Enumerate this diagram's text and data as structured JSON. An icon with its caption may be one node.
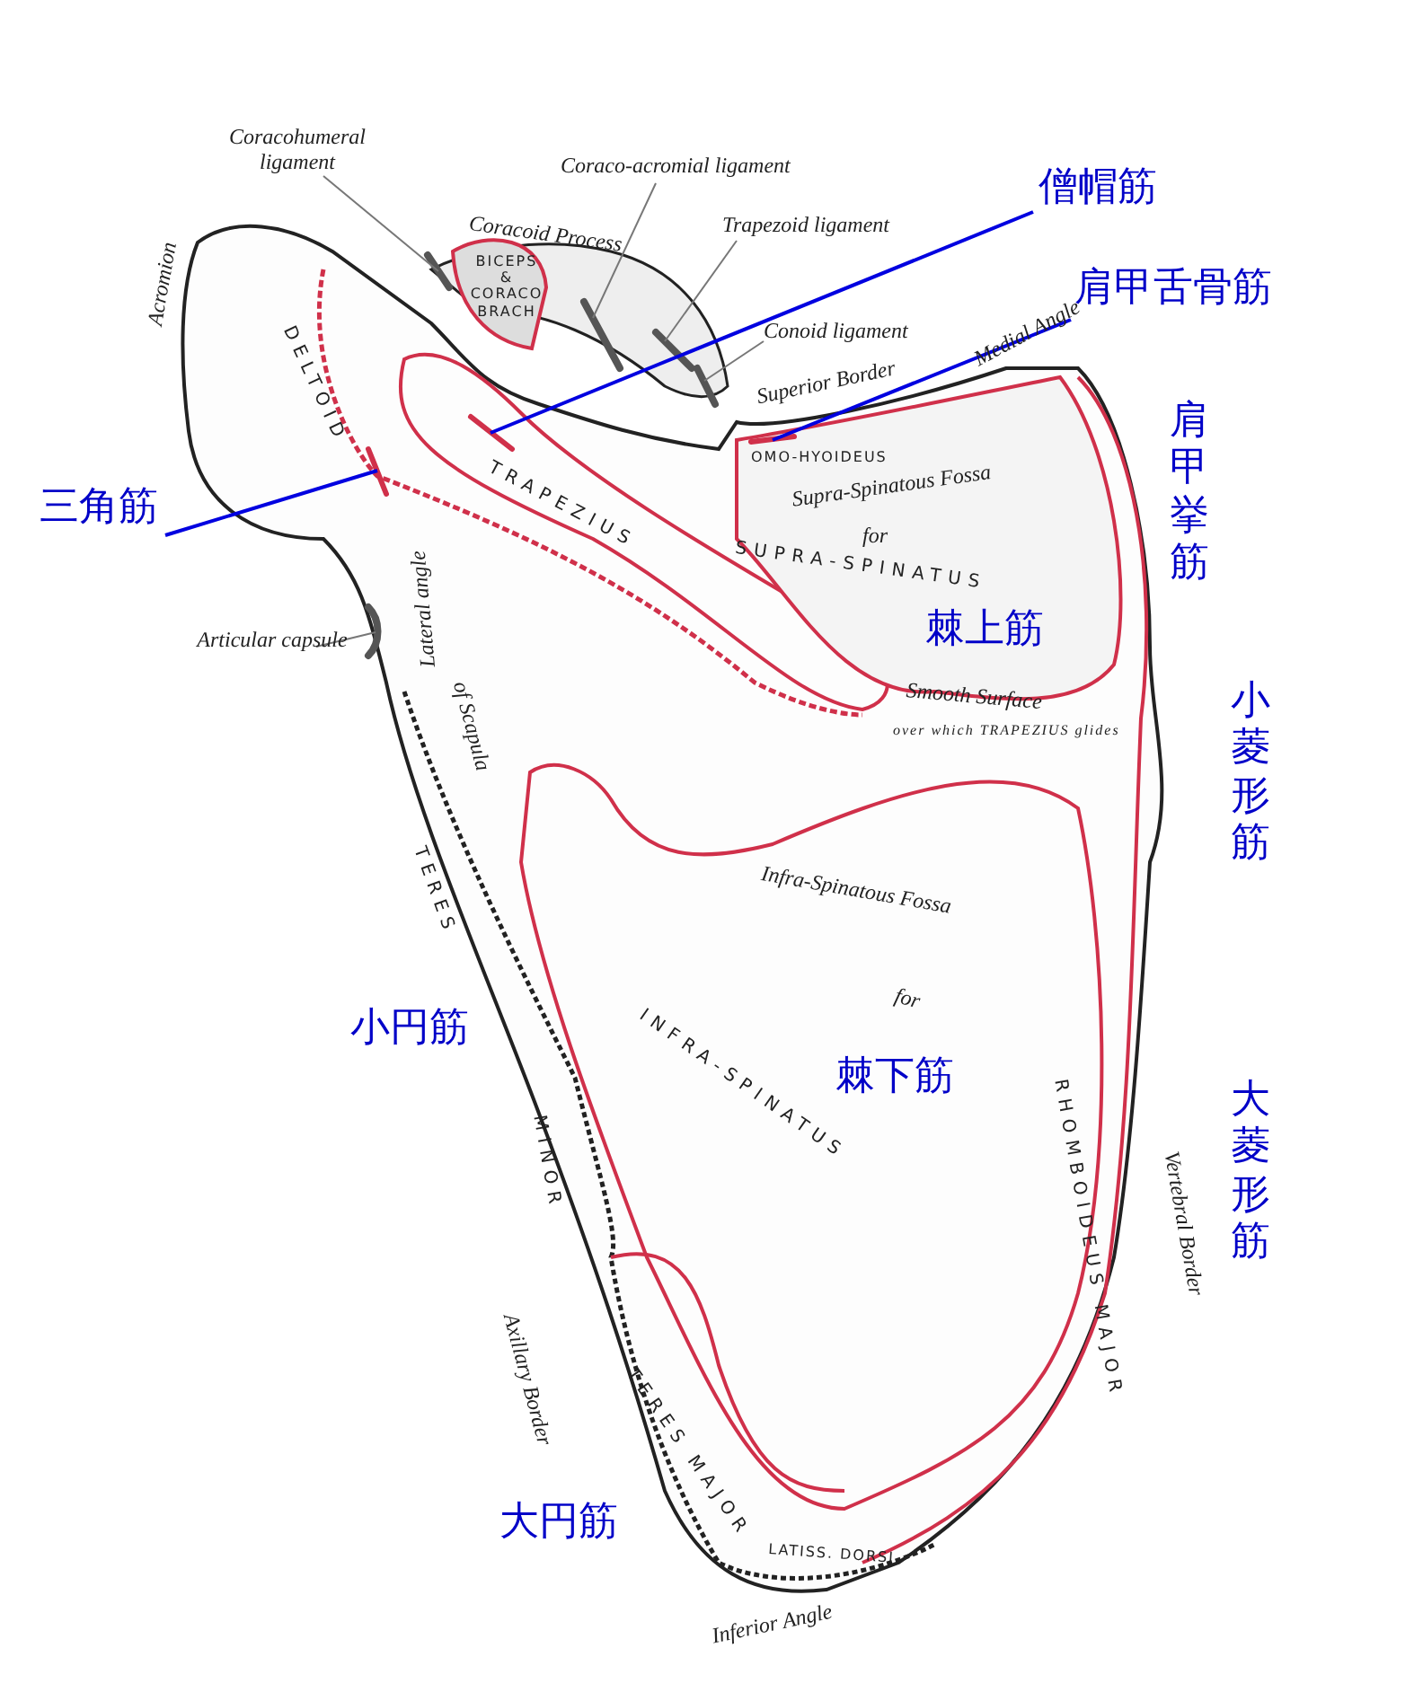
{
  "diagram": {
    "nodes": [
      {
        "text": [
          "三角筋"
        ]
      },
      {
        "text": [
          "僧帽筋"
        ]
      },
      {
        "text": [
          "肩甲舌骨筋"
        ]
      },
      {
        "text": [
          "Coracohumeral ligament"
        ]
      },
      {
        "text": [
          "Coraco-acromial ligament"
        ]
      },
      {
        "text": [
          "Trapezoid ligament"
        ]
      },
      {
        "text": [
          "Conoid ligament"
        ]
      },
      {
        "text": [
          "Articular capsule"
        ]
      },
      {
        "text": [],
        "shape": "line"
      },
      {
        "text": [],
        "shape": "line"
      },
      {
        "text": [],
        "shape": "line"
      },
      {
        "text": [],
        "shape": "band"
      },
      {
        "text": [],
        "shape": "band"
      },
      {
        "text": [],
        "shape": "band"
      },
      {
        "text": [],
        "shape": "band"
      },
      {
        "text": [],
        "shape": "band"
      }
    ],
    "edges": [
      {
        "from": 0,
        "to": 8,
        "arrow": "none",
        "color": "#0000e0"
      },
      {
        "from": 1,
        "to": 9,
        "arrow": "none",
        "color": "#0000e0"
      },
      {
        "from": 2,
        "to": 10,
        "arrow": "none",
        "color": "#0000e0"
      },
      {
        "from": 3,
        "to": 11,
        "arrow": "none"
      },
      {
        "from": 4,
        "to": 12,
        "arrow": "none"
      },
      {
        "from": 5,
        "to": 13,
        "arrow": "none"
      },
      {
        "from": 6,
        "to": 14,
        "arrow": "none"
      },
      {
        "from": 7,
        "to": 15,
        "arrow": "none"
      }
    ],
    "labels": [
      "Coracoid Process",
      "Acromion",
      "DELTOID",
      "BICEPS & CORACO BRACH",
      "TRAPEZIUS",
      "Superior Border",
      "Medial Angle",
      "肩甲挙筋",
      "OMO-HYOIDEUS",
      "Supra-Spinatous Fossa",
      "for",
      "SUPRA-SPINATUS",
      "棘上筋",
      "Lateral angle",
      "of Scapula",
      "Smooth Surface",
      "over which TRAPEZIUS glides",
      "小菱形筋",
      "Infra-Spinatous Fossa",
      "for",
      "INFRA-SPINATUS",
      "TERES",
      "MINOR",
      "小円筋",
      "棘下筋",
      "RHOMBOIDEUS MAJOR",
      "Vertebral Border",
      "大菱形筋",
      "Axillary Border",
      "TERES MAJOR",
      "大円筋",
      "LATISS. DORSI",
      "Inferior Angle"
    ]
  }
}
